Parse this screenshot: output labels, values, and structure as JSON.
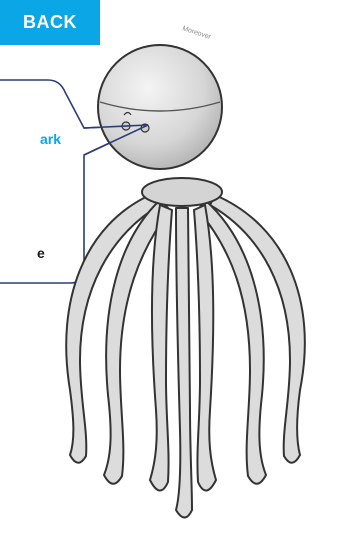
{
  "nav": {
    "back_label": "BACK"
  },
  "callout": {
    "line1": "ark",
    "line2": "e"
  },
  "colors": {
    "accent": "#0aa6e6",
    "callout_border": "#2c3e7a",
    "body": "#dcdcdc",
    "outline": "#333333"
  },
  "illustration": {
    "icon": "octopus-head-massager-icon",
    "logo_text": "Moreover"
  }
}
